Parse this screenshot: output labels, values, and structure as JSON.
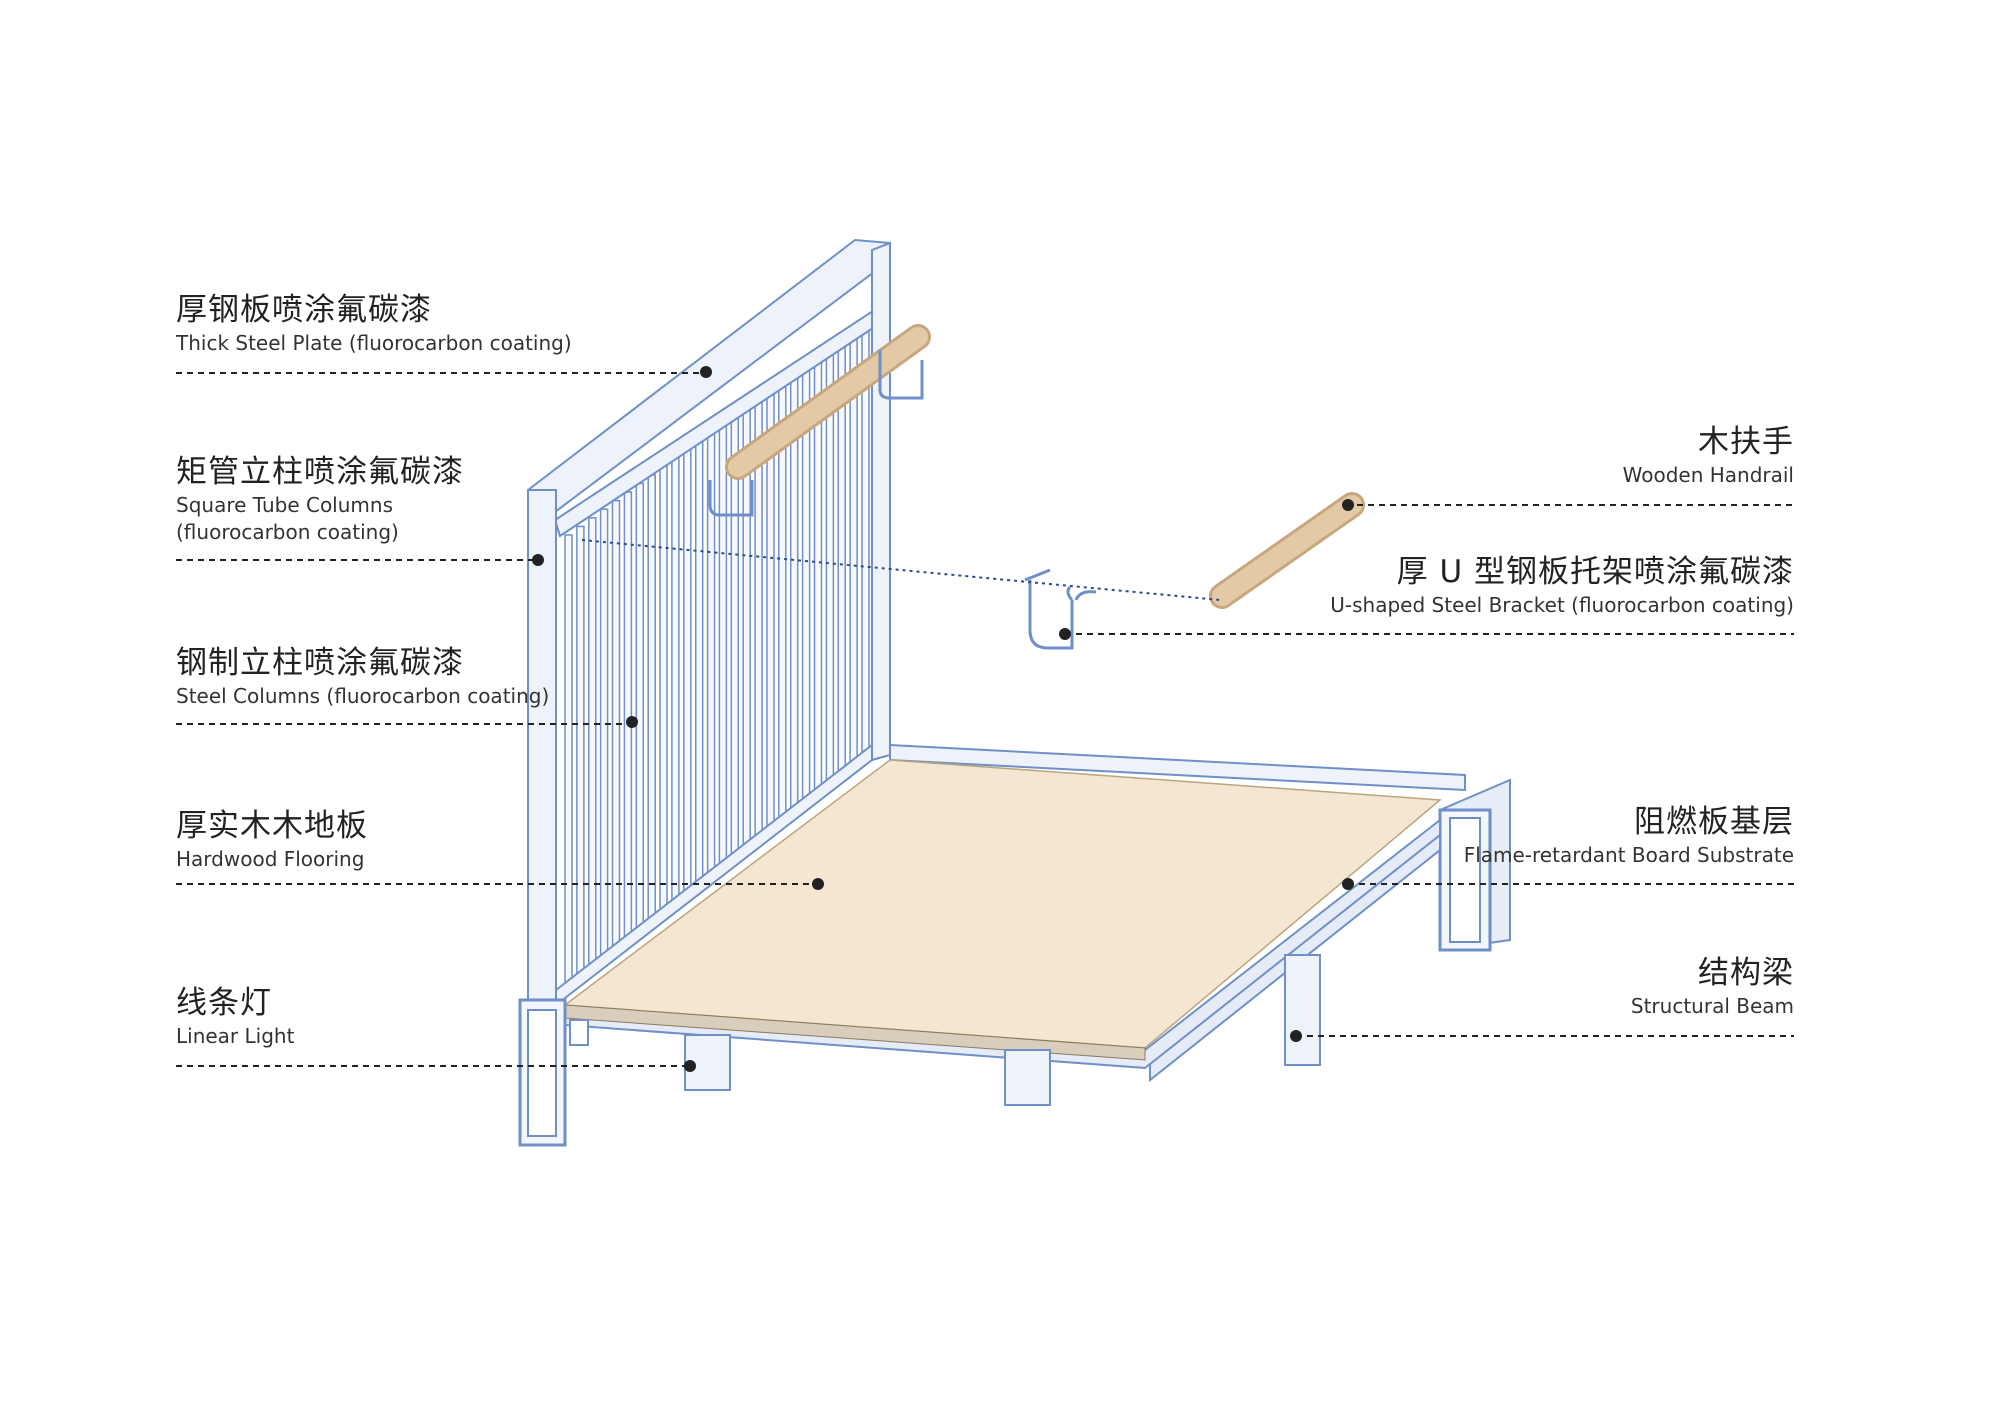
{
  "colors": {
    "frame_fill": "#eef3fb",
    "frame_stroke": "#6f8fc8",
    "baluster_fill": "#f6f8fc",
    "floor_fill": "#f4e6d1",
    "handrail_fill": "#e3c9a6",
    "leader": "#222222",
    "dot": "#222222",
    "dotted_link": "#2c4a8c"
  },
  "labels": {
    "steel_plate": {
      "zh": "厚钢板喷涂氟碳漆",
      "en": "Thick Steel Plate (fluorocarbon coating)"
    },
    "square_tube": {
      "zh": "矩管立柱喷涂氟碳漆",
      "en1": "Square Tube Columns",
      "en2": "(fluorocarbon coating)"
    },
    "steel_columns": {
      "zh": "钢制立柱喷涂氟碳漆",
      "en": "Steel Columns (fluorocarbon coating)"
    },
    "hardwood": {
      "zh": "厚实木木地板",
      "en": "Hardwood Flooring"
    },
    "linear_light": {
      "zh": "线条灯",
      "en": "Linear Light"
    },
    "handrail": {
      "zh": "木扶手",
      "en": "Wooden Handrail"
    },
    "bracket": {
      "zh": "厚 U 型钢板托架喷涂氟碳漆",
      "en": "U-shaped Steel Bracket (fluorocarbon coating)"
    },
    "board": {
      "zh": "阻燃板基层",
      "en": "Flame-retardant Board Substrate"
    },
    "beam": {
      "zh": "结构梁",
      "en": "Structural Beam"
    }
  }
}
